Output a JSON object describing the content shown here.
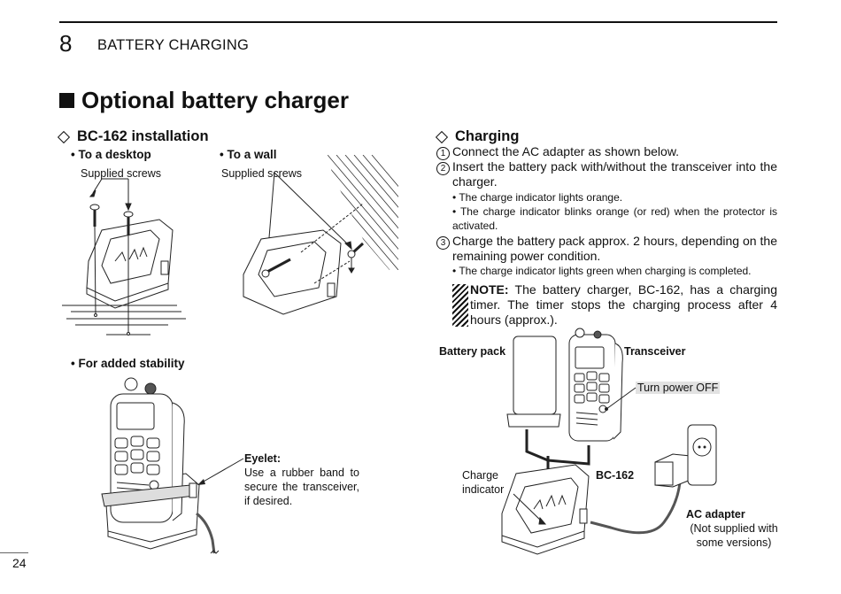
{
  "header": {
    "chapter_number": "8",
    "chapter_title": "BATTERY CHARGING"
  },
  "section": {
    "title": "Optional battery charger",
    "icon": "black-square-icon"
  },
  "installation": {
    "title": "BC-162 installation",
    "icon": "diamond-icon",
    "desktop": {
      "heading": "• To a desktop",
      "callout": "Supplied screws"
    },
    "wall": {
      "heading": "• To a wall",
      "callout": "Supplied screws"
    },
    "stability": {
      "heading": "• For added stability",
      "eyelet_title": "Eyelet:",
      "eyelet_text": "Use a rubber band to secure the transceiver, if desired."
    }
  },
  "charging": {
    "title": "Charging",
    "icon": "diamond-icon",
    "steps": [
      {
        "num": "1",
        "text": "Connect the AC adapter as shown below."
      },
      {
        "num": "2",
        "text": "Insert the battery pack with/without the transceiver into the charger.",
        "bullets": [
          "• The charge indicator lights orange.",
          "• The charge indicator blinks orange (or red) when the protector is activated."
        ]
      },
      {
        "num": "3",
        "text": "Charge the battery pack approx. 2 hours, depending on the remaining power condition.",
        "bullets": [
          "• The charge indicator lights green when charging is completed."
        ]
      }
    ],
    "note": {
      "label": "NOTE:",
      "text": " The battery charger, BC-162, has a charging timer. The timer stops the charging process after 4 hours (approx.)."
    },
    "diagram": {
      "battery_pack": "Battery pack",
      "transceiver": "Transceiver",
      "turn_power_off": "Turn power OFF",
      "charge_indicator": "Charge indicator",
      "charger_model": "BC-162",
      "ac_adapter": "AC adapter",
      "ac_adapter_note": "(Not supplied with some versions)"
    }
  },
  "footer": {
    "page_number": "24"
  }
}
